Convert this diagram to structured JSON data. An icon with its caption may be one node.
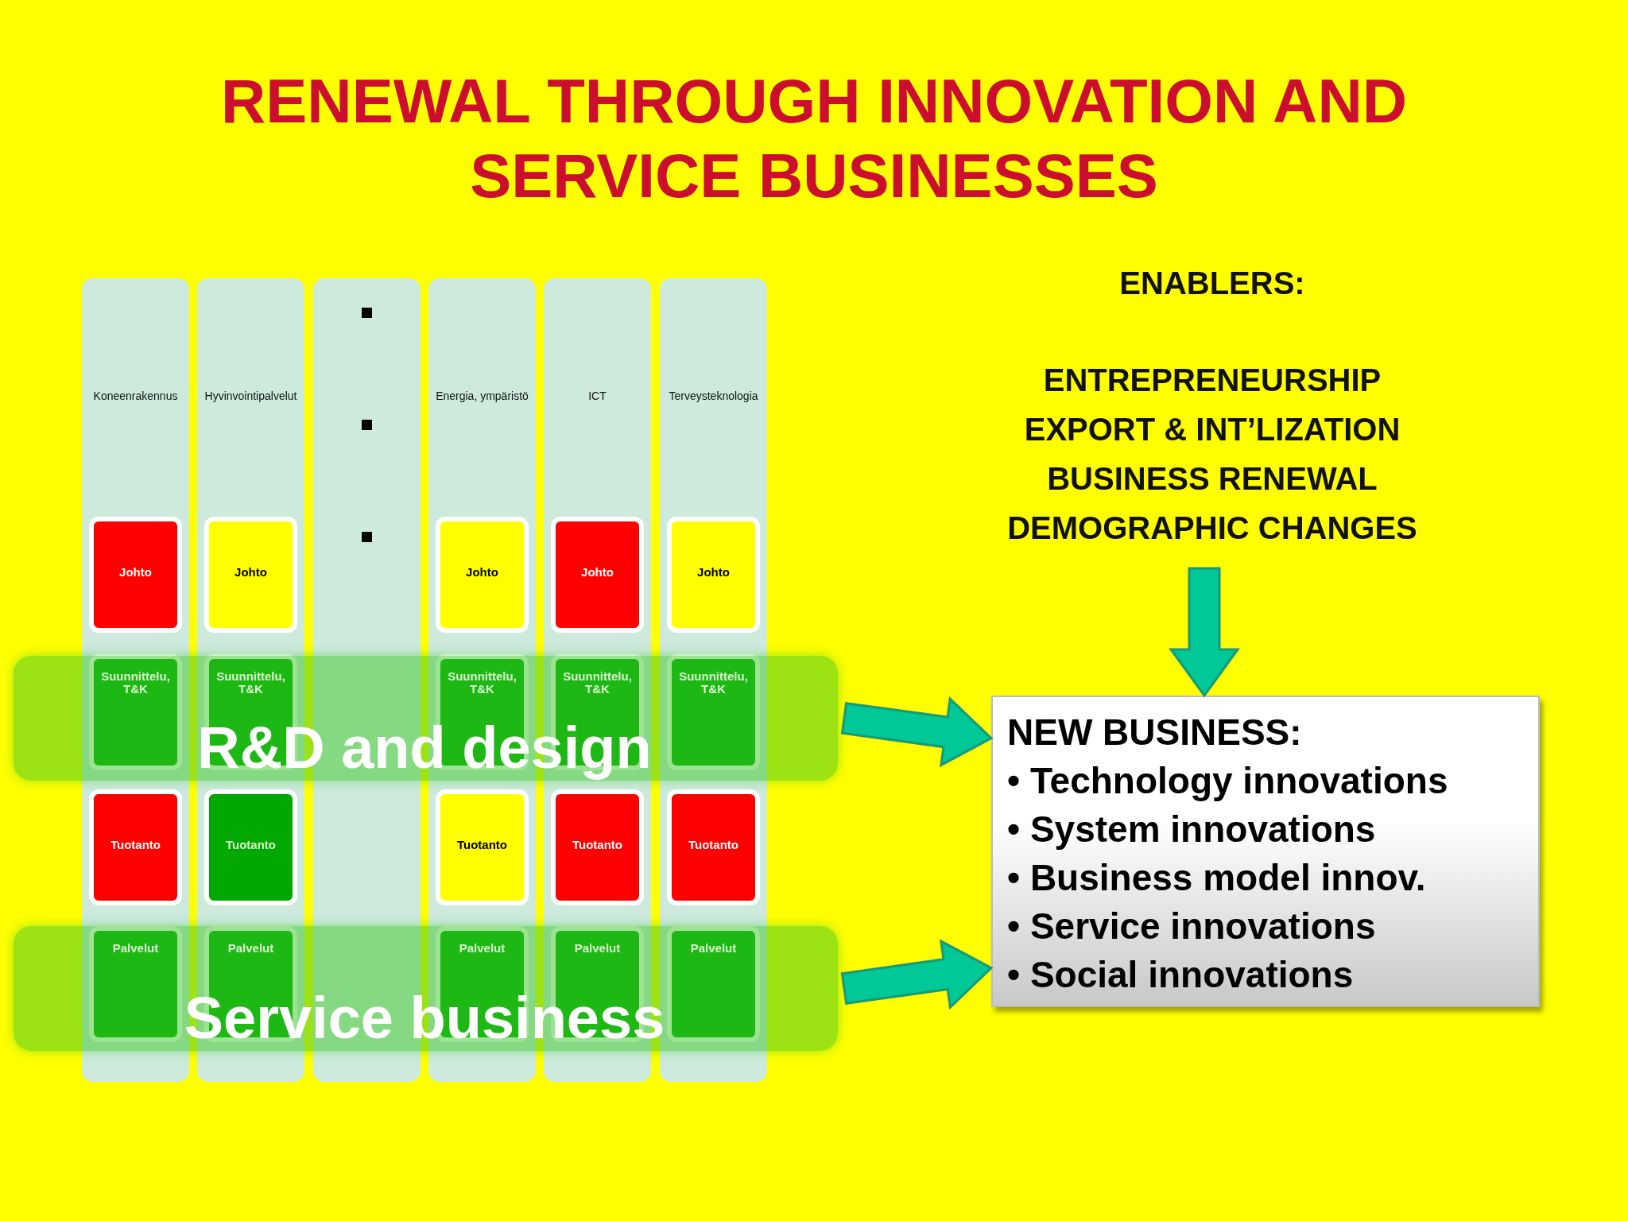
{
  "diagram": {
    "title": "RENEWAL THROUGH INNOVATION AND SERVICE BUSINESSES",
    "nodes": [
      {
        "text": [
          "Koneenrakennus"
        ]
      },
      {
        "text": [
          "Johto"
        ],
        "in": 0
      },
      {
        "text": [
          "Suunnittelu, T&K"
        ]
      },
      {
        "text": [
          "Tuotanto"
        ],
        "in": 0
      },
      {
        "text": [
          "Palvelut"
        ]
      },
      {
        "text": [
          "Hyvinvointipalvelut"
        ]
      },
      {
        "text": [
          "Johto"
        ],
        "in": 5
      },
      {
        "text": [
          "Suunnittelu, T&K"
        ]
      },
      {
        "text": [
          "Tuotanto"
        ],
        "in": 5
      },
      {
        "text": [
          "Palvelut"
        ]
      },
      {
        "text": [],
        "shape": "box"
      },
      {
        "text": [
          "Energia, ympäristö"
        ]
      },
      {
        "text": [
          "Johto"
        ],
        "in": 11
      },
      {
        "text": [
          "Suunnittelu, T&K"
        ]
      },
      {
        "text": [
          "Tuotanto"
        ],
        "in": 11
      },
      {
        "text": [
          "Palvelut"
        ]
      },
      {
        "text": [
          "ICT"
        ]
      },
      {
        "text": [
          "Johto"
        ],
        "in": 16
      },
      {
        "text": [
          "Suunnittelu, T&K"
        ]
      },
      {
        "text": [
          "Tuotanto"
        ],
        "in": 16
      },
      {
        "text": [
          "Palvelut"
        ]
      },
      {
        "text": [
          "Terveysteknologia"
        ]
      },
      {
        "text": [
          "Johto"
        ],
        "in": 21
      },
      {
        "text": [
          "Suunnittelu, T&K"
        ]
      },
      {
        "text": [
          "Tuotanto"
        ],
        "in": 21
      },
      {
        "text": [
          "Palvelut"
        ]
      },
      {
        "text": [
          "R&D and design"
        ]
      },
      {
        "text": [
          "Service business"
        ]
      },
      {
        "text": [
          "ENABLERS:",
          "ENTREPRENEURSHIP",
          "EXPORT & INT’LIZATION",
          "BUSINESS RENEWAL",
          "DEMOGRAPHIC CHANGES"
        ]
      },
      {
        "text": [
          "NEW BUSINESS:",
          "• Technology innovations",
          "• System innovations",
          "• Business model innov.",
          "• Service innovations",
          "• Social innovations"
        ]
      }
    ],
    "edges": [
      {
        "from": 26,
        "to": 29,
        "arrow": "to"
      },
      {
        "from": 27,
        "to": 29,
        "arrow": "to"
      },
      {
        "from": 28,
        "to": 29,
        "arrow": "to"
      }
    ]
  }
}
